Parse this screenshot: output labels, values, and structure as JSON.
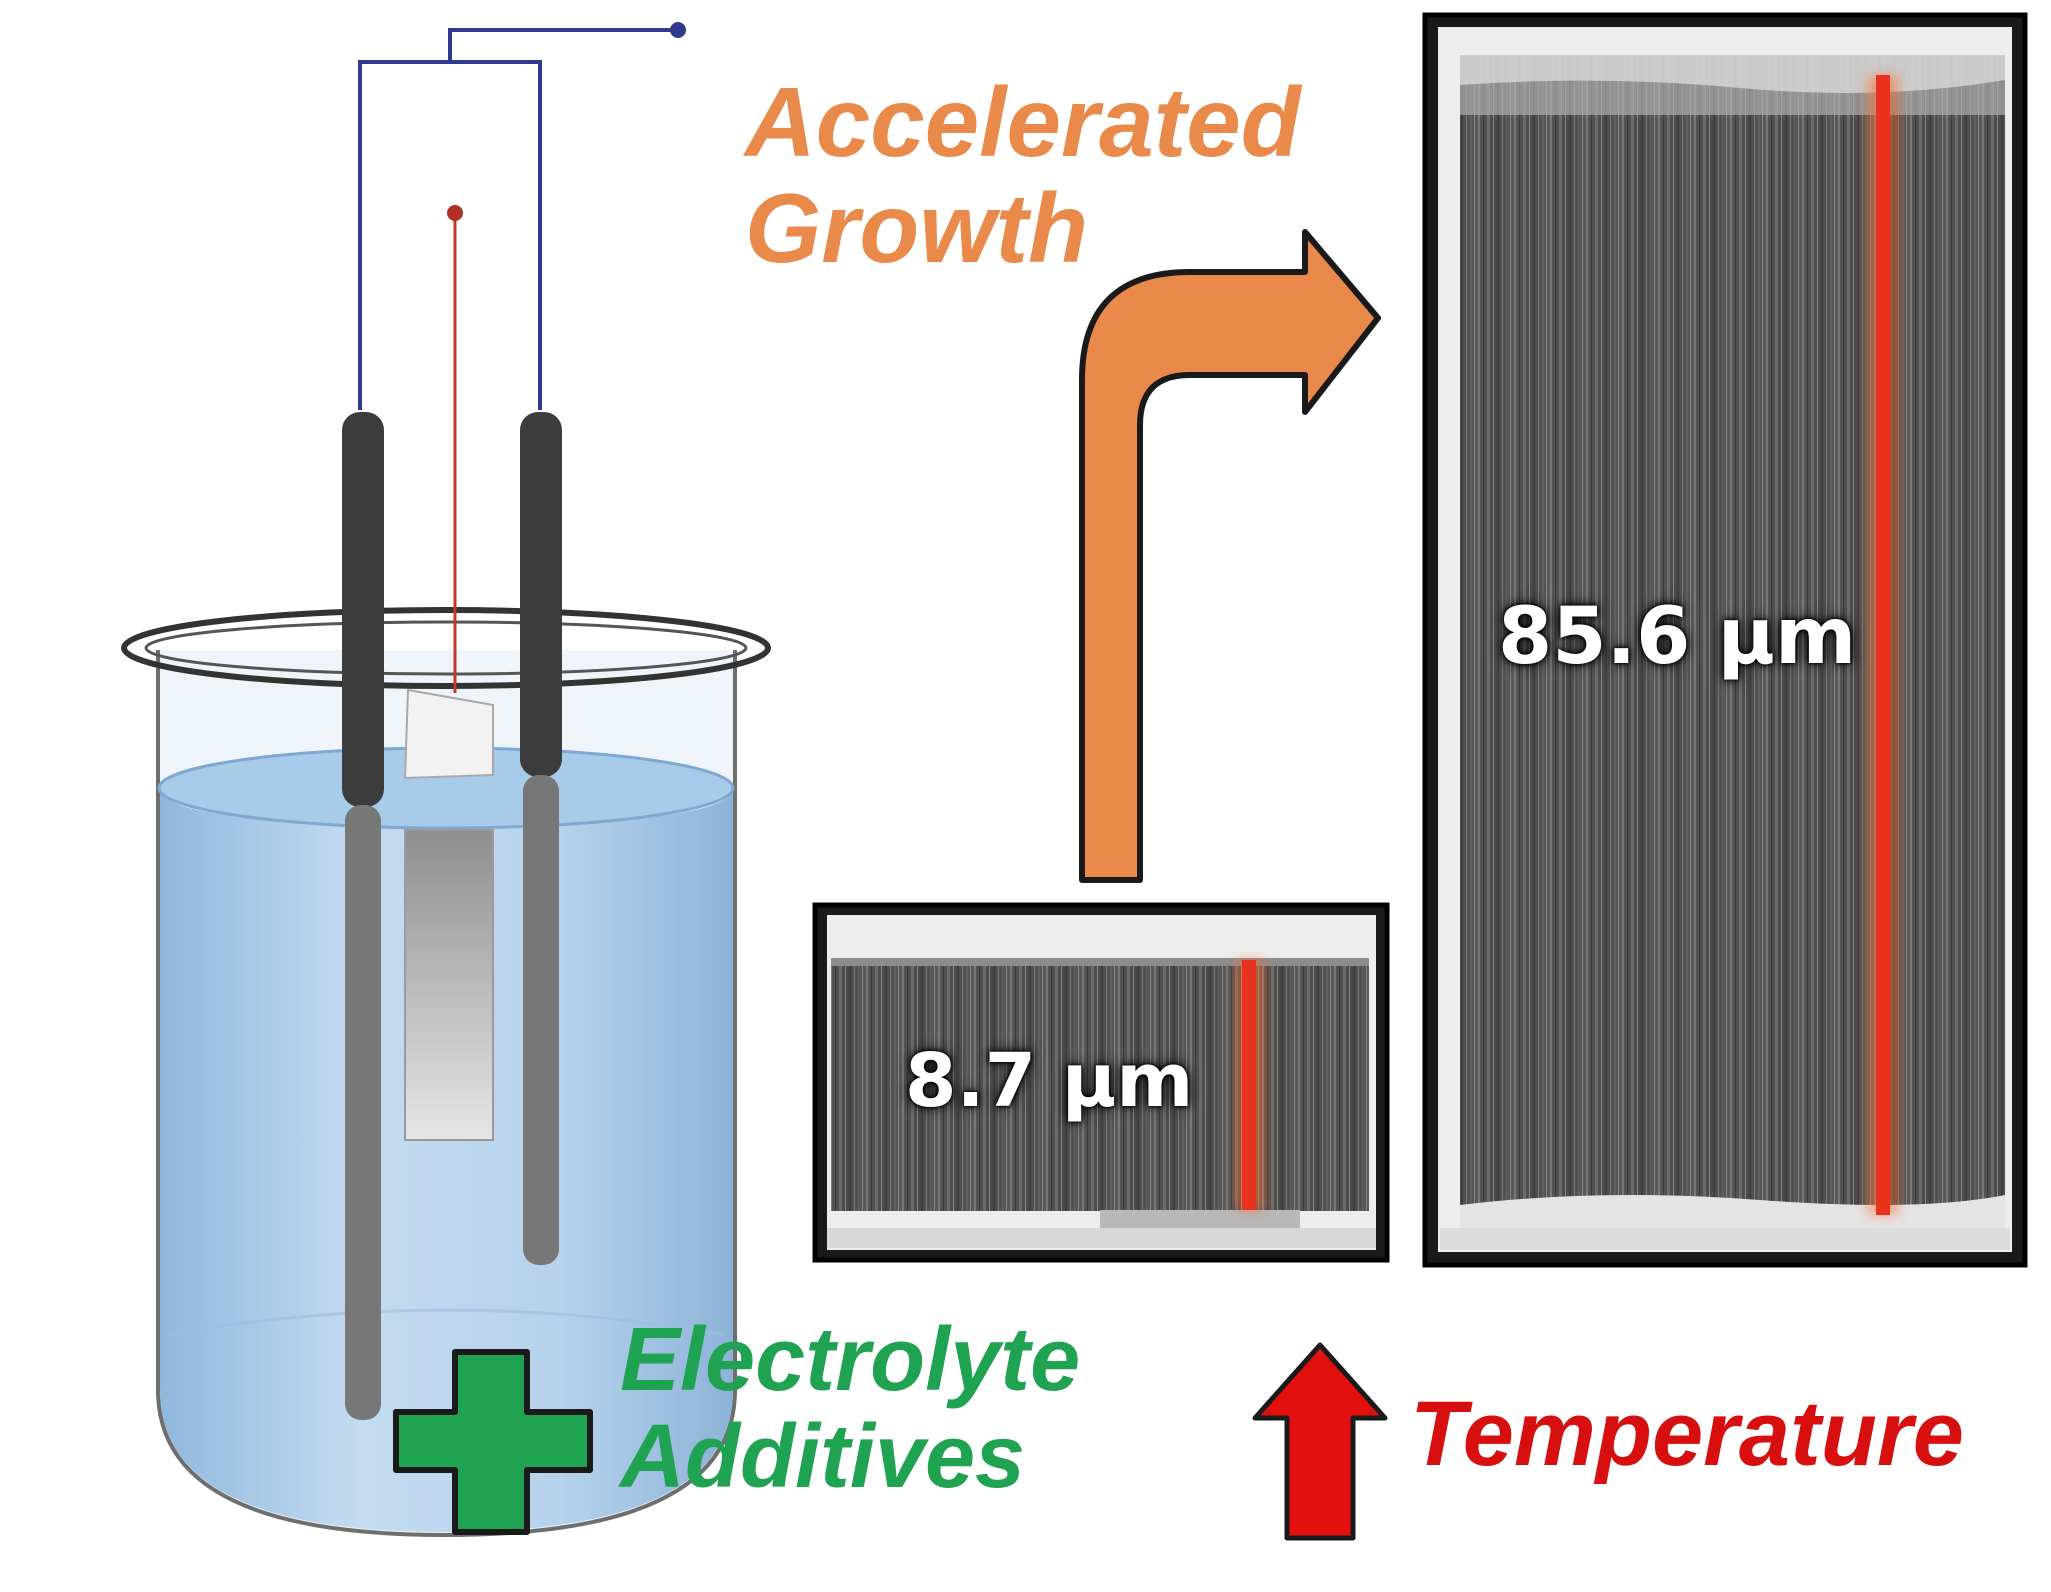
{
  "labels": {
    "growth_line1": "Accelerated",
    "growth_line2": "Growth",
    "additives_line1": "Electrolyte",
    "additives_line2": "Additives",
    "temperature": "Temperature"
  },
  "measurements": {
    "thin_film": "8.7 µm",
    "thick_film": "85.6 µm"
  },
  "colors": {
    "growth": "#E9894A",
    "additives": "#1FA352",
    "temperature": "#D80F0F",
    "thickness_marker": "#E8321E",
    "electrolyte": "#BCD8EF",
    "wire_counter": "#2F3A8F",
    "wire_working": "#C0392B"
  }
}
